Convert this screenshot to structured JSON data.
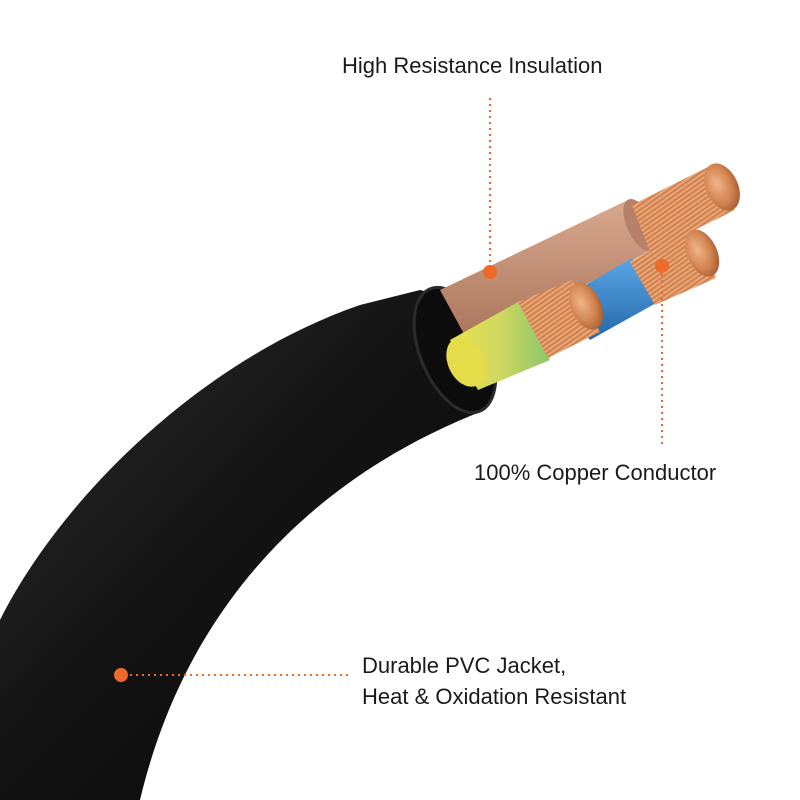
{
  "labels": {
    "insulation": "High Resistance Insulation",
    "conductor": "100% Copper Conductor",
    "jacket_line1": "Durable PVC Jacket,",
    "jacket_line2": "Heat & Oxidation Resistant"
  },
  "colors": {
    "background": "#ffffff",
    "jacket": "#141414",
    "brown_insulation": "#c49075",
    "blue_insulation": "#3a86c8",
    "yellow_green_insulation": "#d8d850",
    "copper": "#d0824e",
    "leader_dot": "#ee6a2a",
    "text": "#1a1a1a"
  }
}
